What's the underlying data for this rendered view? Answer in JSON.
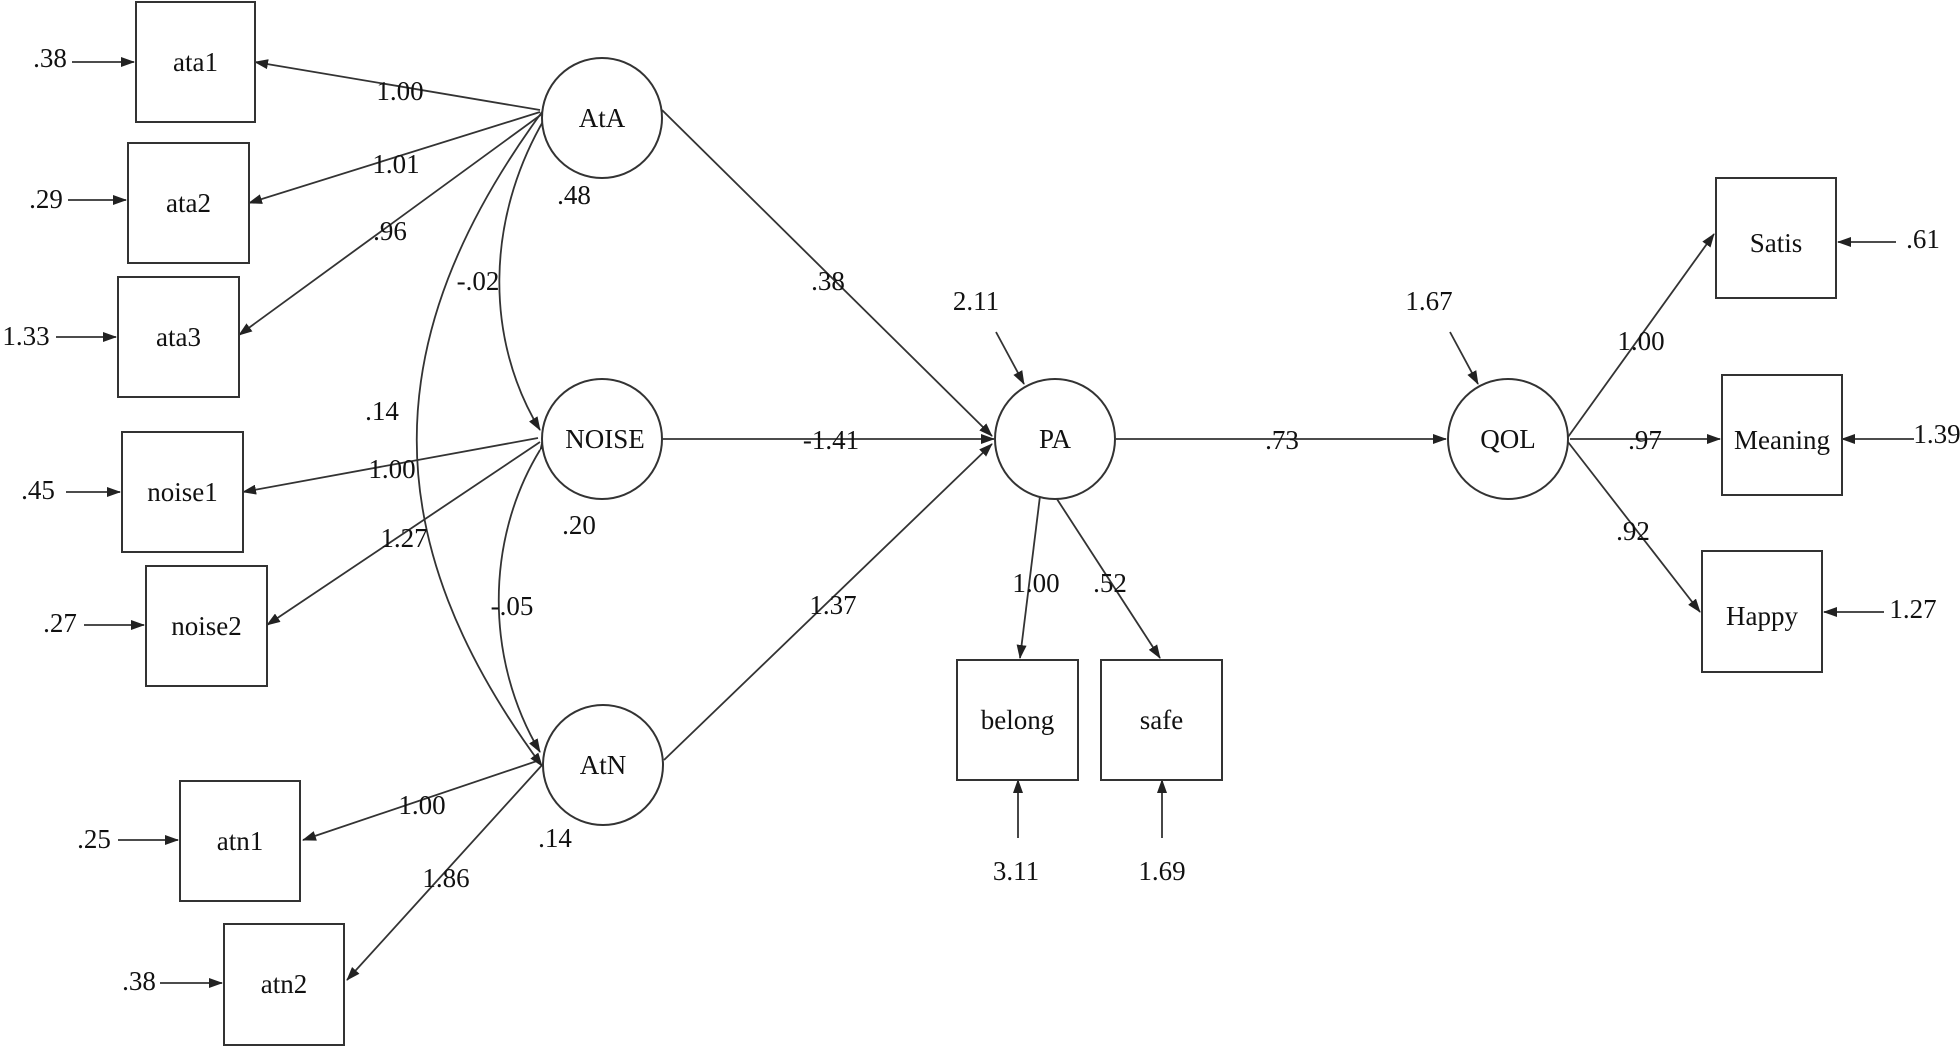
{
  "diagram": {
    "observed": {
      "ata1": "ata1",
      "ata2": "ata2",
      "ata3": "ata3",
      "noise1": "noise1",
      "noise2": "noise2",
      "atn1": "atn1",
      "atn2": "atn2",
      "belong": "belong",
      "safe": "safe",
      "satis": "Satis",
      "meaning": "Meaning",
      "happy": "Happy"
    },
    "latent": {
      "ata": "AtA",
      "noise": "NOISE",
      "atn": "AtN",
      "pa": "PA",
      "qol": "QOL"
    },
    "errors": {
      "ata1": ".38",
      "ata2": ".29",
      "ata3": "1.33",
      "noise1": ".45",
      "noise2": ".27",
      "atn1": ".25",
      "atn2": ".38",
      "belong": "3.11",
      "safe": "1.69",
      "satis": ".61",
      "meaning": "1.39",
      "happy": "1.27"
    },
    "variances": {
      "ata": ".48",
      "noise": ".20",
      "atn": ".14",
      "pa": "2.11",
      "qol": "1.67"
    },
    "loadings": {
      "ata_ata1": "1.00",
      "ata_ata2": "1.01",
      "ata_ata3": ".96",
      "noise_noise1": "1.00",
      "noise_noise2": "1.27",
      "atn_atn1": "1.00",
      "atn_atn2": "1.86",
      "pa_belong": "1.00",
      "pa_safe": ".52",
      "qol_satis": "1.00",
      "qol_meaning": ".97",
      "qol_happy": ".92"
    },
    "paths": {
      "ata_pa": ".38",
      "noise_pa": "-1.41",
      "atn_pa": "1.37",
      "pa_qol": ".73"
    },
    "covariances": {
      "ata_noise": "-.02",
      "noise_atn": "-.05",
      "ata_atn": ".14"
    }
  }
}
